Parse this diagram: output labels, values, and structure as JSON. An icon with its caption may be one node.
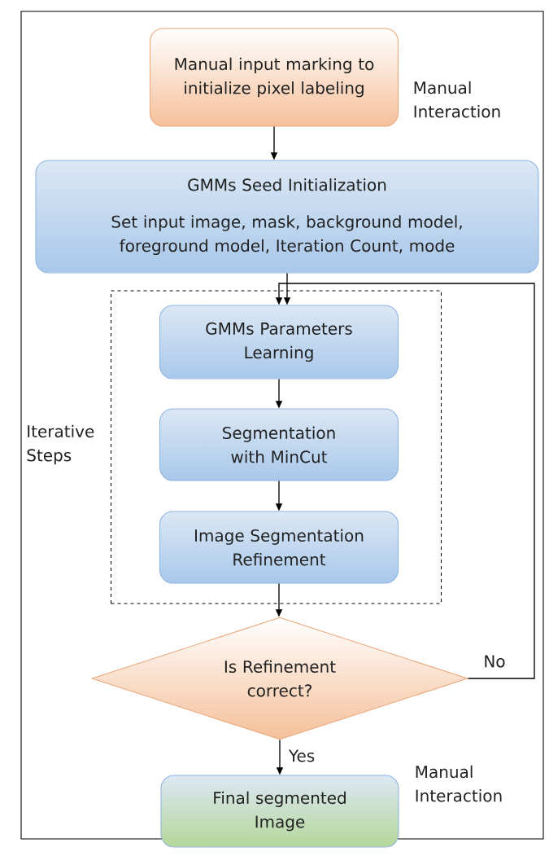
{
  "diagram": {
    "nodes": [
      {
        "text": [
          "Manual input marking to initialize pixel labeling"
        ],
        "beside": [
          "Manual Interaction"
        ]
      },
      {
        "text": [
          "GMMs Seed Initialization",
          "Set input image, mask, background model, foreground model, Iteration Count, mode"
        ]
      },
      {
        "text": [
          "Iterative Steps"
        ]
      },
      {
        "text": [
          "GMMs Parameters Learning"
        ],
        "in": 2
      },
      {
        "text": [
          "Segmentation with MinCut"
        ],
        "in": 2
      },
      {
        "text": [
          "Image Segmentation Refinement"
        ],
        "in": 2
      },
      {
        "text": [
          "Is Refinement correct?"
        ],
        "beside": [
          "Manual Interaction"
        ]
      },
      {
        "text": [
          "Final segmented Image"
        ]
      }
    ],
    "edges": [
      {
        "from": 0,
        "to": 1,
        "arrow": "to"
      },
      {
        "from": 1,
        "to": 3,
        "arrow": "to"
      },
      {
        "from": 3,
        "to": 4,
        "arrow": "to"
      },
      {
        "from": 4,
        "to": 5,
        "arrow": "to"
      },
      {
        "from": 5,
        "to": 6,
        "arrow": "to"
      },
      {
        "from": 6,
        "to": 3,
        "arrow": "to",
        "label": "No"
      },
      {
        "from": 6,
        "to": 7,
        "arrow": "to",
        "label": "Yes"
      }
    ]
  }
}
